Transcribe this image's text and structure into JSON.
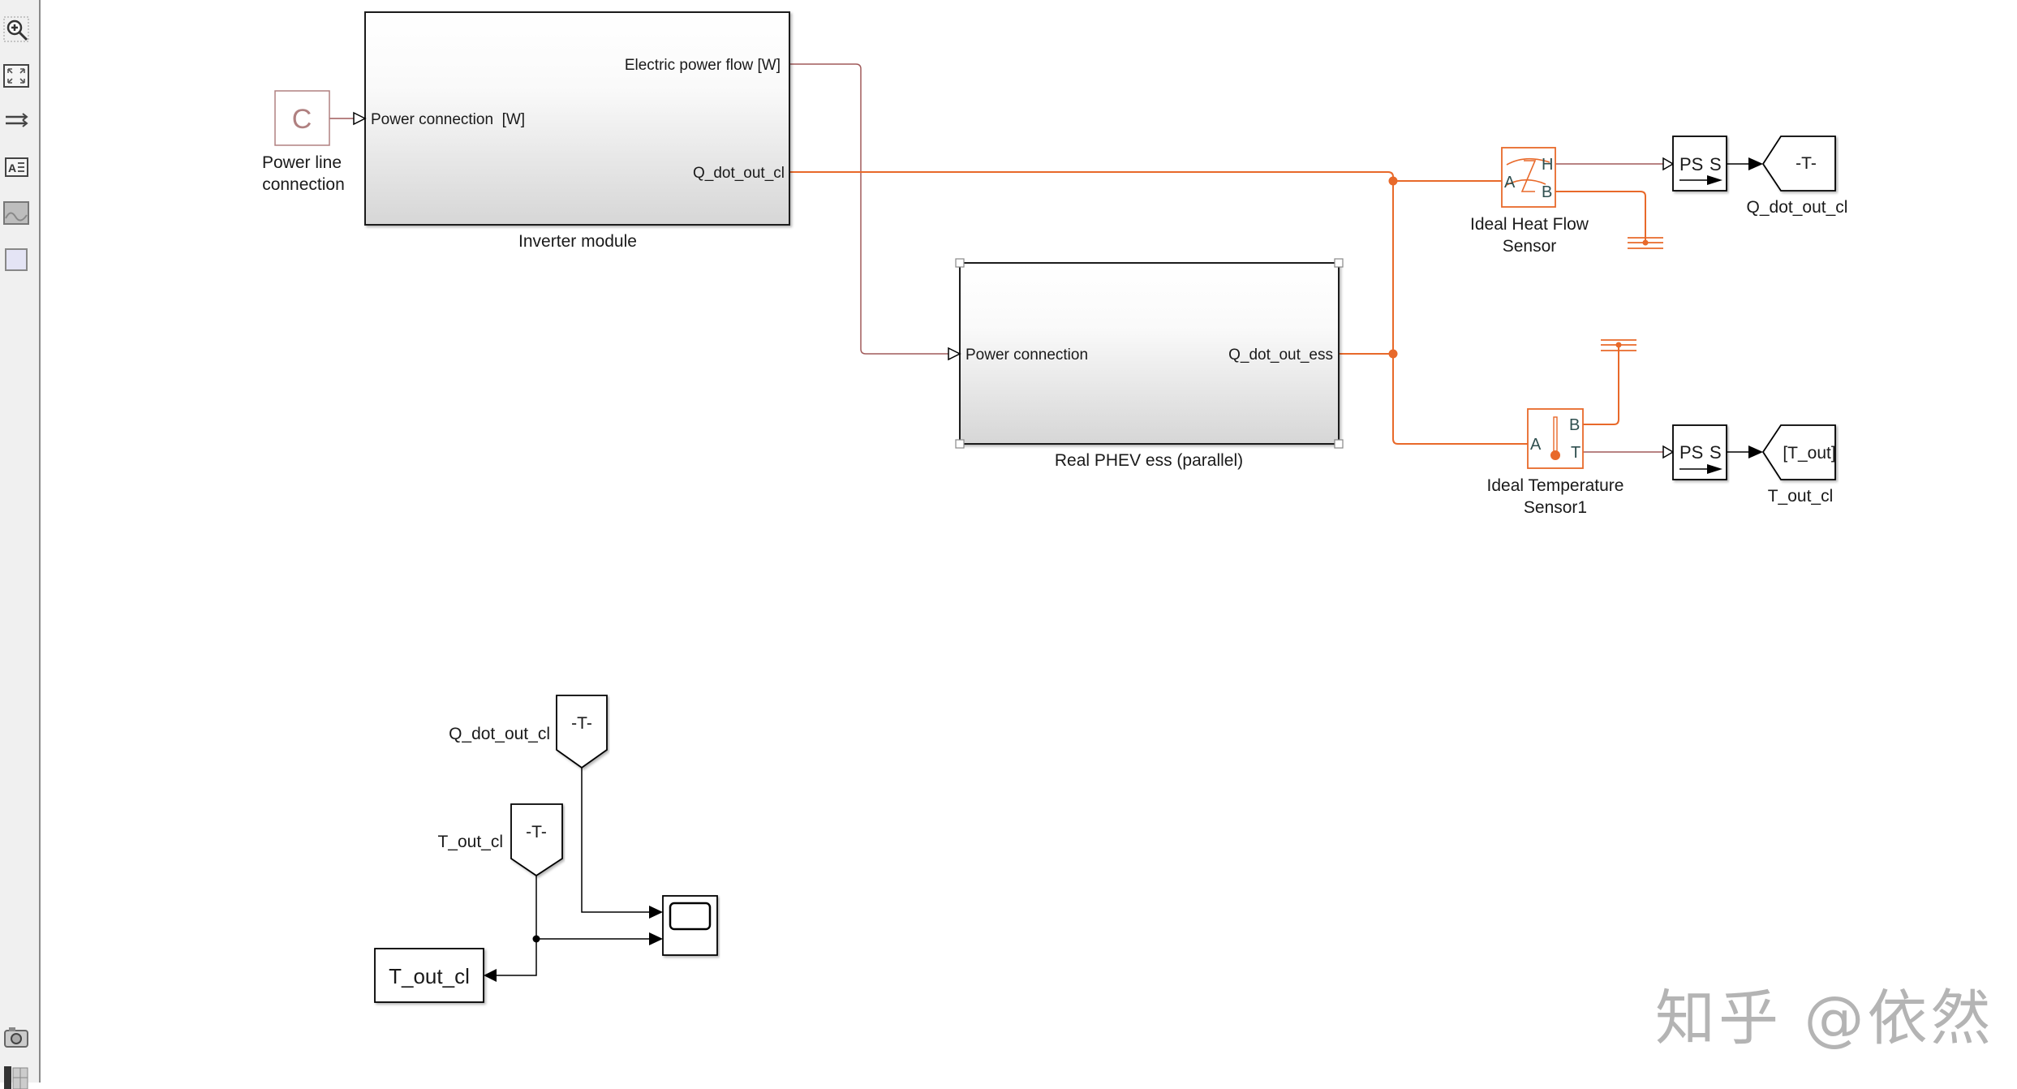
{
  "toolbar": {
    "top_tools": [
      {
        "name": "zoom-in-icon",
        "tooltip": ""
      },
      {
        "name": "fit-to-view-icon",
        "tooltip": ""
      },
      {
        "name": "signal-lines-icon",
        "tooltip": ""
      },
      {
        "name": "annotation-icon",
        "tooltip": ""
      },
      {
        "name": "image-icon",
        "tooltip": ""
      },
      {
        "name": "area-icon",
        "tooltip": ""
      }
    ],
    "bottom_tools": [
      {
        "name": "camera-icon"
      },
      {
        "name": "model-browser-icon"
      }
    ]
  },
  "blocks": {
    "power_line": {
      "icon_text": "C",
      "label_line1": "Power line",
      "label_line2": "connection"
    },
    "inverter": {
      "label": "Inverter module",
      "in_port": "Power connection  [W]",
      "out_port_1": "Electric power flow [W]",
      "out_port_2": "Q_dot_out_cl"
    },
    "ess": {
      "label": "Real PHEV ess (parallel)",
      "in_port": "Power connection",
      "out_port": "Q_dot_out_ess"
    },
    "heat_flow_sensor": {
      "label_line1": "Ideal Heat Flow",
      "label_line2": "Sensor",
      "port_a": "A",
      "port_h": "H",
      "port_b": "B"
    },
    "temp_sensor": {
      "label_line1": "Ideal Temperature",
      "label_line2": "Sensor1",
      "port_a": "A",
      "port_b": "B",
      "port_t": "T"
    },
    "ps_converter_1": {
      "text_ps": "PS",
      "text_s": "S"
    },
    "ps_converter_2": {
      "text_ps": "PS",
      "text_s": "S"
    },
    "goto_1": {
      "tag": "-T-",
      "label": "Q_dot_out_cl"
    },
    "goto_2": {
      "tag": "[T_out]",
      "label": "T_out_cl"
    },
    "from_1": {
      "tag": "-T-",
      "label": "Q_dot_out_cl"
    },
    "from_2": {
      "tag": "-T-",
      "label": "T_out_cl"
    },
    "to_workspace": {
      "text": "T_out_cl"
    },
    "scope": {}
  },
  "colors": {
    "thermal_line": "#e8692a",
    "electrical_line": "#a05a5a",
    "signal_line": "#000000",
    "block_border": "#1a1a1a",
    "power_line_block": "#b08080"
  },
  "watermark": "知乎 @依然"
}
